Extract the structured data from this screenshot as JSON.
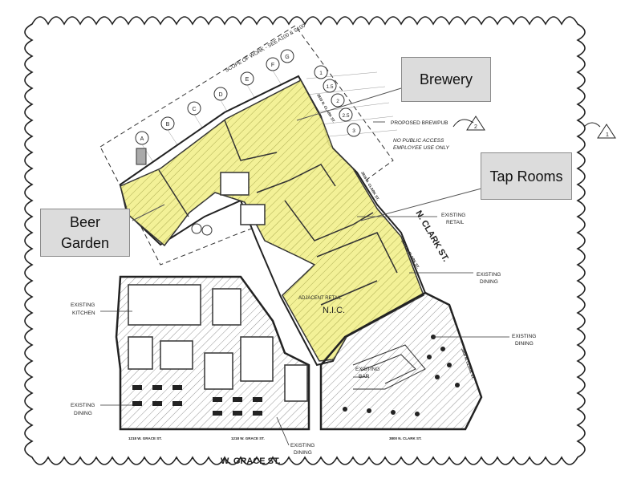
{
  "callouts": {
    "brewery": "Brewery",
    "tap_rooms": "Tap Rooms",
    "beer_garden_line1": "Beer",
    "beer_garden_line2": "Garden"
  },
  "labels": {
    "scope_of_work": "SCOPE OF WORK - SEE A100 & S100",
    "proposed_brewpub": "PROPOSED BREWPUB",
    "no_public_access": "NO PUBLIC ACCESS",
    "employee_use_only": "EMPLOYEE USE ONLY",
    "revision_2": "2",
    "revision_1": "1",
    "n_clark_street": "N. CLARK ST.",
    "w_grace_street": "W. GRACE ST.",
    "existing_retail_1": "EXISTING",
    "existing_retail_2": "RETAIL",
    "existing_dining_1": "EXISTING",
    "existing_dining_2": "DINING",
    "existing_kitchen_1": "EXISTING",
    "existing_kitchen_2": "KITCHEN",
    "existing_dining_left_1": "EXISTING",
    "existing_dining_left_2": "DINING",
    "existing_dining_bottom_1": "EXISTING",
    "existing_dining_bottom_2": "DINING",
    "existing_dining_right_1": "EXISTING",
    "existing_dining_right_2": "DINING",
    "existing_bar_1": "EXISTING",
    "existing_bar_2": "BAR",
    "adjacent_retail": "ADJACENT RETAIL",
    "nic": "N.I.C.",
    "addr_1218_a": "1218 W. GRACE ST.",
    "addr_1218_b": "1218 W. GRACE ST.",
    "addr_3800": "3800 N. CLARK ST.",
    "addr_3800_side": "3800 N. CLARK ST.",
    "addr_3810": "3810 N. CLARK ST.",
    "addr_3816": "3816 N. CLARK ST.",
    "addr_3814": "3814 N. CLARK ST."
  },
  "grid_bubbles": [
    "A",
    "B",
    "C",
    "D",
    "E",
    "F",
    "G"
  ],
  "grid_bubbles_side": [
    "1",
    "1.5",
    "2",
    "2.5",
    "3"
  ]
}
